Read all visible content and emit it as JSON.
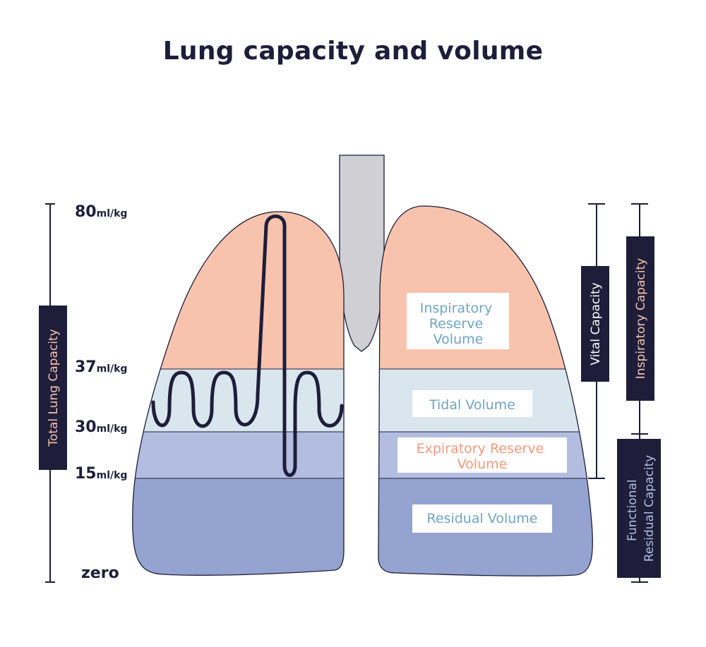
{
  "title": "Lung capacity and volume",
  "scale": {
    "top": {
      "value": "80",
      "unit": "ml/kg"
    },
    "mid1": {
      "value": "37",
      "unit": "ml/kg"
    },
    "mid2": {
      "value": "30",
      "unit": "ml/kg"
    },
    "mid3": {
      "value": "15",
      "unit": "ml/kg"
    },
    "bottom": "zero"
  },
  "volumes": {
    "inspiratory_reserve": {
      "line1": "Inspiratory",
      "line2": "Reserve",
      "line3": "Volume"
    },
    "tidal": "Tidal Volume",
    "expiratory_reserve": {
      "line1": "Expiratory Reserve",
      "line2": "Volume"
    },
    "residual": "Residual Volume"
  },
  "capacities": {
    "total_lung": "Total Lung Capacity",
    "vital": "Vital Capacity",
    "inspiratory": "Inspiratory Capacity",
    "functional_residual": {
      "line1": "Functional",
      "line2": "Residual Capacity"
    }
  },
  "colors": {
    "inspiratory_reserve": "#f8c3ad",
    "tidal": "#d9e6ee",
    "expiratory_reserve": "#b2bde0",
    "residual": "#94a3d0",
    "trachea": "#cfcfd4",
    "dark": "#1e1e3a",
    "blue_text": "#6fa3c4",
    "salmon_text": "#f2997a"
  }
}
